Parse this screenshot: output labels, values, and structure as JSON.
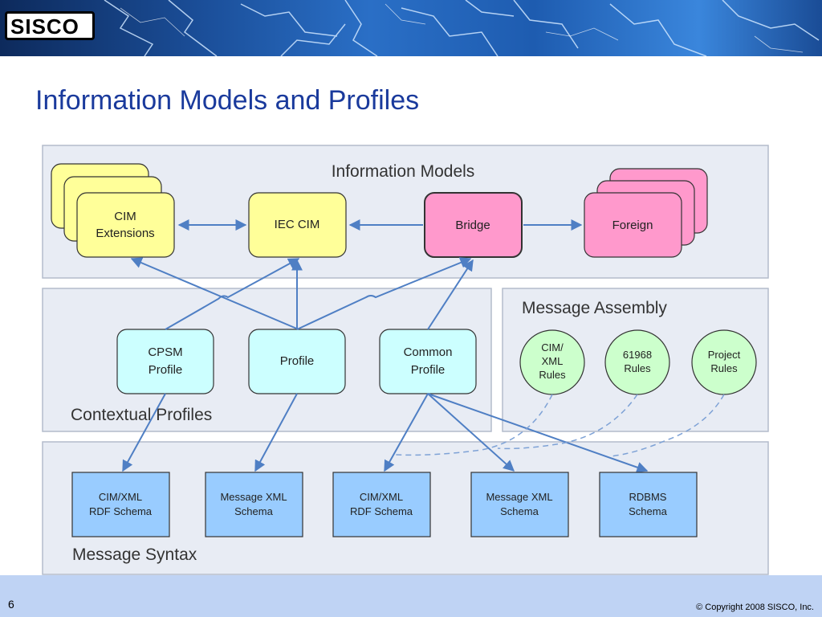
{
  "logo": {
    "text": "SISCO"
  },
  "slide": {
    "title": "Information Models and Profiles",
    "page_number": "6",
    "copyright": "© Copyright 2008 SISCO, Inc."
  },
  "diagram": {
    "panels": {
      "information_models": "Information Models",
      "contextual_profiles": "Contextual Profiles",
      "message_assembly": "Message Assembly",
      "message_syntax": "Message Syntax"
    },
    "models": {
      "cim_extensions": [
        "CIM",
        "Extensions"
      ],
      "iec_cim": "IEC CIM",
      "bridge": "Bridge",
      "foreign": "Foreign"
    },
    "profiles": {
      "cpsm": [
        "CPSM",
        "Profile"
      ],
      "profile": "Profile",
      "common": [
        "Common",
        "Profile"
      ]
    },
    "rules": {
      "cim_xml": [
        "CIM/",
        "XML",
        "Rules"
      ],
      "r61968": [
        "61968",
        "Rules"
      ],
      "project": [
        "Project",
        "Rules"
      ]
    },
    "syntax": {
      "s1": [
        "CIM/XML",
        "RDF Schema"
      ],
      "s2": [
        "Message XML",
        "Schema"
      ],
      "s3": [
        "CIM/XML",
        "RDF Schema"
      ],
      "s4": [
        "Message XML",
        "Schema"
      ],
      "s5": [
        "RDBMS",
        "Schema"
      ]
    }
  },
  "colors": {
    "title": "#1a3a9c",
    "yellow": "#ffff99",
    "pink": "#ff99cc",
    "cyan": "#ccffff",
    "green": "#ccffcc",
    "blue": "#99ccff",
    "panel": "#e8ecf4",
    "arrow": "#4f7fc4"
  }
}
